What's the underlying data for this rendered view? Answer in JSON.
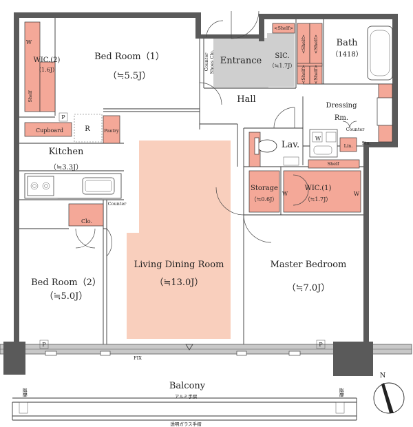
{
  "rooms": {
    "bedroom1": {
      "name": "Bed Room（1）",
      "size": "（≒5.5J）"
    },
    "bedroom2": {
      "name": "Bed Room（2）",
      "size": "（≒5.0J）"
    },
    "kitchen": {
      "name": "Kitchen",
      "size": "（≒3.3J）"
    },
    "living": {
      "name": "Living Dining Room",
      "size": "（≒13.0J）"
    },
    "master": {
      "name": "Master Bedroom",
      "size": "（≒7.0J）"
    },
    "entrance": {
      "name": "Entrance"
    },
    "hall": {
      "name": "Hall"
    },
    "sic": {
      "name": "SIC.",
      "size": "（≒1.7J）"
    },
    "bath": {
      "name": "Bath",
      "size": "（1418）"
    },
    "dressing": {
      "name": "Dressing",
      "sub": "Rm."
    },
    "lav": {
      "name": "Lav."
    },
    "storage": {
      "name": "Storage",
      "size": "（≒0.6J）"
    },
    "wic1": {
      "name": "WIC.(1)",
      "size": "（≒1.7J）"
    },
    "wic2": {
      "name": "WIC.(2)",
      "size": "（1.6J）"
    },
    "balcony": {
      "name": "Balcony"
    }
  },
  "fixtures": {
    "cupboard": "Cupboard",
    "pantry": "Pantry",
    "refrigerator": "R",
    "clo": "Clo.",
    "counter_kitchen": "Counter",
    "counter_entrance": "Counter",
    "shoes": "Shoes Clo.",
    "shelf": "Shelf",
    "shelf_bracket": "<Shelf>",
    "lin": "Lin.",
    "sto": "Sto.",
    "washer": "Counter",
    "w": "W",
    "p": "P",
    "fix": "FIX",
    "aluminum_rail": "アルミ手摺",
    "glass_rail": "透明ガラス手摺",
    "evac_left": "避難",
    "evac_right": "避難"
  },
  "compass": {
    "label": "N"
  }
}
